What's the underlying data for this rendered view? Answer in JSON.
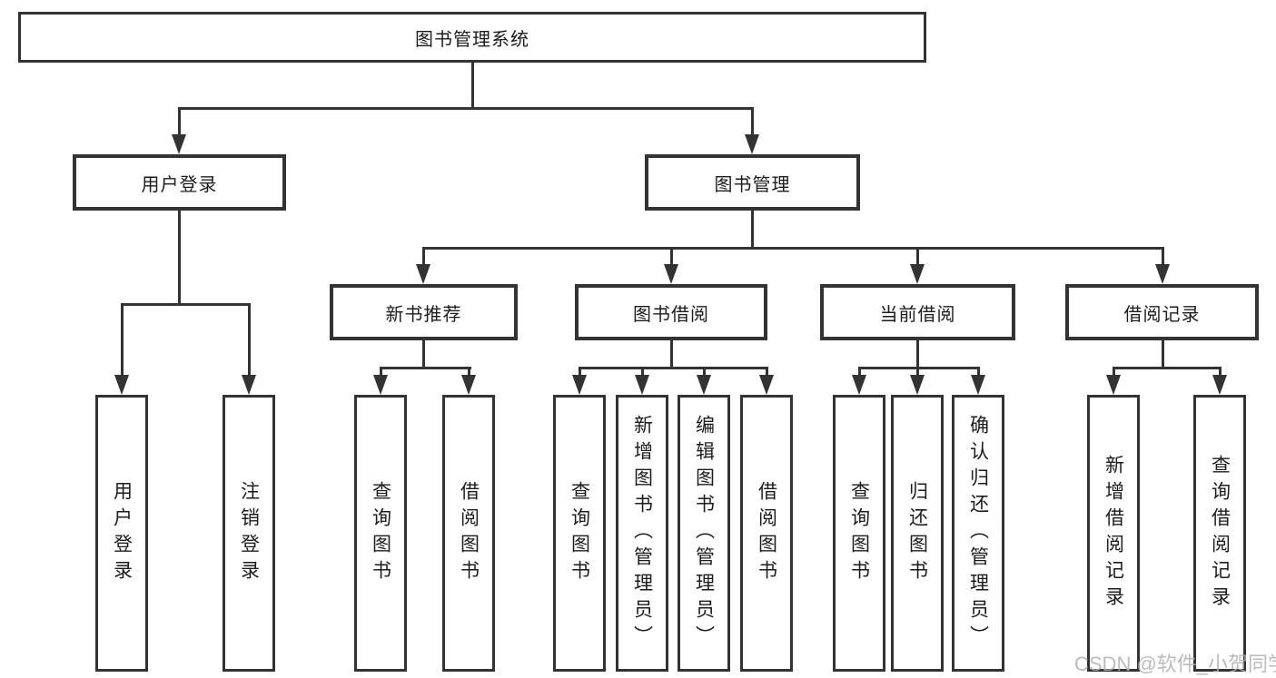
{
  "diagram": {
    "title": "图书管理系统",
    "root": {
      "label": "图书管理系统"
    },
    "level2": [
      {
        "id": "user-login",
        "label": "用户登录"
      },
      {
        "id": "book-management",
        "label": "图书管理"
      }
    ],
    "level3": [
      {
        "id": "new-book-recommend",
        "label": "新书推荐"
      },
      {
        "id": "book-borrow",
        "label": "图书借阅"
      },
      {
        "id": "current-borrow",
        "label": "当前借阅"
      },
      {
        "id": "borrow-record",
        "label": "借阅记录"
      }
    ],
    "leaves": [
      {
        "parent": "user-login",
        "label": "用户登录"
      },
      {
        "parent": "user-login",
        "label": "注销登录"
      },
      {
        "parent": "new-book-recommend",
        "label": "查询图书"
      },
      {
        "parent": "new-book-recommend",
        "label": "借阅图书"
      },
      {
        "parent": "book-borrow",
        "label": "查询图书"
      },
      {
        "parent": "book-borrow",
        "label": "新增图书（管理员）"
      },
      {
        "parent": "book-borrow",
        "label": "编辑图书（管理员）"
      },
      {
        "parent": "book-borrow",
        "label": "借阅图书"
      },
      {
        "parent": "current-borrow",
        "label": "查询图书"
      },
      {
        "parent": "current-borrow",
        "label": "归还图书"
      },
      {
        "parent": "current-borrow",
        "label": "确认归还（管理员）"
      },
      {
        "parent": "borrow-record",
        "label": "新增借阅记录"
      },
      {
        "parent": "borrow-record",
        "label": "查询借阅记录"
      }
    ],
    "watermark": "CSDN @软件_小贺同学",
    "colors": {
      "line": "#333333",
      "text": "#1c1c1c",
      "box_bg": "#ffffff",
      "watermark": "#b0b0b0"
    }
  }
}
